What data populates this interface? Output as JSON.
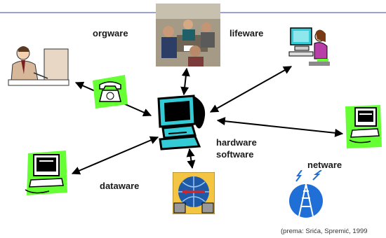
{
  "labels": {
    "orgware": "orgware",
    "lifeware": "lifeware",
    "hardware": "hardware",
    "software": "software",
    "dataware": "dataware",
    "netware": "netware"
  },
  "citation": "(prema: Srića, Spremić, 1999",
  "icons": [
    "manager-at-desk",
    "telephone",
    "meeting-photo",
    "woman-at-computer",
    "central-computer",
    "workstation-right",
    "workstation-left",
    "network-transfer",
    "radio-tower"
  ],
  "colors": {
    "rule": "#9aa3d9",
    "arrow": "#000000",
    "accent": "#33ccd6",
    "lime": "#66ff33"
  }
}
